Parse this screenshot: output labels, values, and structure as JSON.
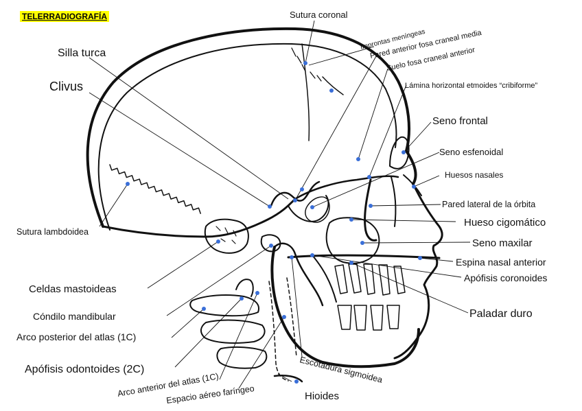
{
  "title": "TELERRADIOGRAFÍA",
  "colors": {
    "highlight": "#ffff00",
    "marker": "#3a6fd8",
    "line": "#111111"
  },
  "labels": {
    "sutura_coronal": "Sutura coronal",
    "improntas": "Improntas meníngeas",
    "pared_anterior": "Pared anterior fosa craneal media",
    "suelo_fosa": "Suelo fosa craneal anterior",
    "lamina": "Lámina horizontal etmoides “cribiforme”",
    "seno_frontal": "Seno frontal",
    "seno_esfenoidal": "Seno esfenoidal",
    "huesos_nasales": "Huesos nasales",
    "pared_lateral": "Pared lateral de la órbita",
    "hueso_cigomatico": "Hueso cigomático",
    "seno_maxilar": "Seno maxilar",
    "espina_nasal": "Espina nasal anterior",
    "apofisis_coronoides": "Apófisis coronoides",
    "paladar_duro": "Paladar duro",
    "silla_turca": "Silla turca",
    "clivus": "Clivus",
    "sutura_lambdoidea": "Sutura lambdoidea",
    "celdas_mastoideas": "Celdas mastoideas",
    "condilo": "Cóndilo mandibular",
    "arco_posterior": "Arco posterior del atlas (1C)",
    "apofisis_odontoides": "Apófisis odontoides (2C)",
    "arco_anterior": "Arco anterior del atlas (1C)",
    "espacio_aereo": "Espacio aéreo faríngeo",
    "escotadura": "Escotadura sigmoidea",
    "hioides": "Hioides"
  }
}
